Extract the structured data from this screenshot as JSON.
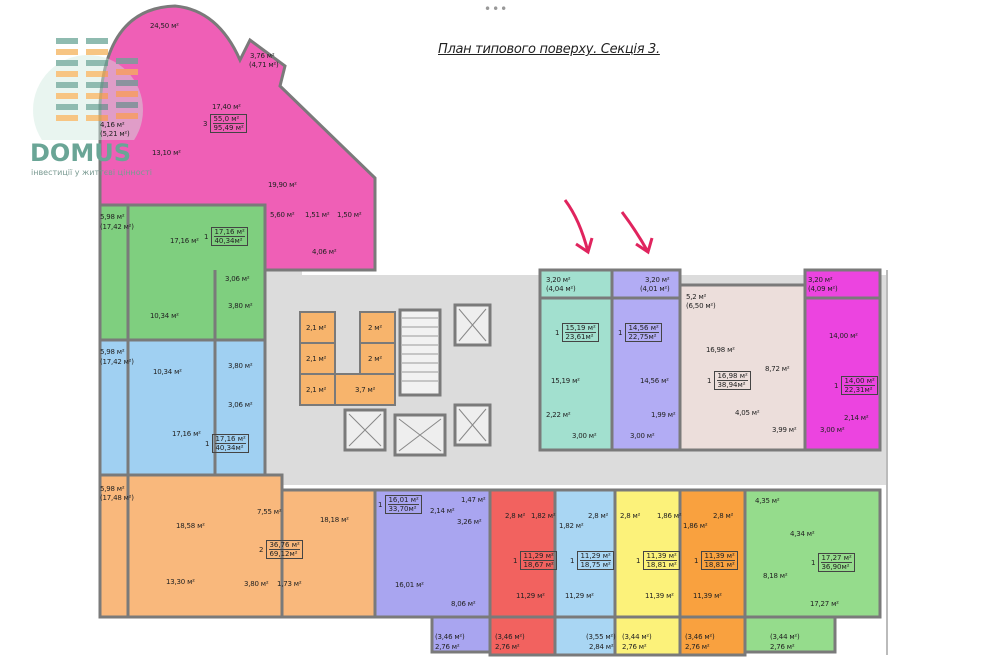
{
  "title": "План типового поверху. Секція 3.",
  "top_dots": "•••",
  "logo": {
    "word": "DOMUS",
    "tagline": "інвестиції у життєві цінності"
  },
  "colors": {
    "corridor": "#dcdcdc",
    "wall": "#7a7a7a",
    "arrow": "#e0245e"
  },
  "storage": {
    "color": "#f7b46c",
    "rooms": [
      "2,1 м²",
      "2,1 м²",
      "2,1 м²",
      "2 м²",
      "2 м²",
      "3,7 м²"
    ]
  },
  "apartments": [
    {
      "id": "pink-3room",
      "color": "#ef5fb6",
      "summary": {
        "rooms": "3",
        "living": "55,0 м²",
        "total": "95,49 м²"
      },
      "rooms": [
        "24,50 м²",
        "3,76 м²",
        "(4,71 м²)",
        "17,40 м²",
        "4,16 м²",
        "(5,21 м²)",
        "13,10 м²",
        "19,90 м²",
        "5,60 м²",
        "1,51 м²",
        "1,50 м²",
        "4,06 м²"
      ]
    },
    {
      "id": "green-left",
      "color": "#7fcf7f",
      "summary": {
        "rooms": "1",
        "living": "17,16 м²",
        "total": "40,34м²"
      },
      "rooms": [
        "5,98 м²",
        "(17,42 м²)",
        "17,16 м²",
        "3,06 м²",
        "10,34 м²",
        "3,80 м²"
      ]
    },
    {
      "id": "blue-left",
      "color": "#a0d0f2",
      "summary": {
        "rooms": "1",
        "living": "17,16 м²",
        "total": "40,34м²"
      },
      "rooms": [
        "5,98 м²",
        "(17,42 м²)",
        "10,34 м²",
        "3,80 м²",
        "3,06 м²",
        "17,16 м²"
      ]
    },
    {
      "id": "orange-2room",
      "color": "#f9b87c",
      "summary": {
        "rooms": "2",
        "living": "36,76 м²",
        "total": "69,12м²"
      },
      "rooms": [
        "5,98 м²",
        "(17,48 м²)",
        "18,58 м²",
        "7,55 м²",
        "18,18 м²",
        "13,30 м²",
        "3,80 м²",
        "1,73 м²"
      ]
    },
    {
      "id": "teal-top",
      "color": "#a2e0cf",
      "summary": {
        "rooms": "1",
        "living": "15,19 м²",
        "total": "23,61м²"
      },
      "rooms": [
        "3,20 м²",
        "(4,04 м²)",
        "15,19 м²",
        "2,22 м²",
        "3,00 м²"
      ]
    },
    {
      "id": "violet-top",
      "color": "#b2acf4",
      "summary": {
        "rooms": "1",
        "living": "14,56 м²",
        "total": "22,75м²"
      },
      "rooms": [
        "3,20 м²",
        "(4,01 м²)",
        "14,56 м²",
        "1,99 м²",
        "3,00 м²"
      ]
    },
    {
      "id": "beige-top",
      "color": "#ecdedb",
      "summary": {
        "rooms": "1",
        "living": "16,98 м²",
        "total": "38,94м²"
      },
      "rooms": [
        "5,2 м²",
        "(6,50 м²)",
        "16,98 м²",
        "8,72 м²",
        "4,05 м²",
        "3,99 м²"
      ]
    },
    {
      "id": "magenta-top",
      "color": "#ec44e0",
      "summary": {
        "rooms": "1",
        "living": "14,00 м²",
        "total": "22,31м²"
      },
      "rooms": [
        "3,20 м²",
        "(4,09 м²)",
        "14,00 м²",
        "2,14 м²",
        "3,00 м²"
      ]
    },
    {
      "id": "violet-bottom",
      "color": "#a9a5f0",
      "summary": {
        "rooms": "1",
        "living": "16,01 м²",
        "total": "33,70м²"
      },
      "rooms": [
        "2,14 м²",
        "1,47 м²",
        "3,26 м²",
        "16,01 м²",
        "8,06 м²",
        "(3,46 м²)",
        "2,76 м²"
      ]
    },
    {
      "id": "red-bottom",
      "color": "#f2625f",
      "summary": {
        "rooms": "1",
        "living": "11,29 м²",
        "total": "18,67 м²"
      },
      "rooms": [
        "2,8 м²",
        "1,82 м²",
        "11,29 м²",
        "(3,46 м²)",
        "2,76 м²"
      ]
    },
    {
      "id": "lightblue-bottom",
      "color": "#a9d6f3",
      "summary": {
        "rooms": "1",
        "living": "11,29 м²",
        "total": "18,75 м²"
      },
      "rooms": [
        "1,82 м²",
        "2,8 м²",
        "11,29 м²",
        "(3,55 м²)",
        "2,84 м²"
      ]
    },
    {
      "id": "yellow-bottom",
      "color": "#fcf27a",
      "summary": {
        "rooms": "1",
        "living": "11,39 м²",
        "total": "18,81 м²"
      },
      "rooms": [
        "2,8 м²",
        "1,86 м²",
        "11,39 м²",
        "(3,44 м²)",
        "2,76 м²"
      ]
    },
    {
      "id": "orange-bottom",
      "color": "#f9a13f",
      "summary": {
        "rooms": "1",
        "living": "11,39 м²",
        "total": "18,81 м²"
      },
      "rooms": [
        "1,86 м²",
        "2,8 м²",
        "11,39 м²",
        "(3,46 м²)",
        "2,76 м²"
      ]
    },
    {
      "id": "green-bottom",
      "color": "#95dc8c",
      "summary": {
        "rooms": "1",
        "living": "17,27 м²",
        "total": "36,90м²"
      },
      "rooms": [
        "4,35 м²",
        "4,34 м²",
        "8,18 м²",
        "17,27 м²",
        "(3,44 м²)",
        "2,76 м²"
      ]
    }
  ]
}
